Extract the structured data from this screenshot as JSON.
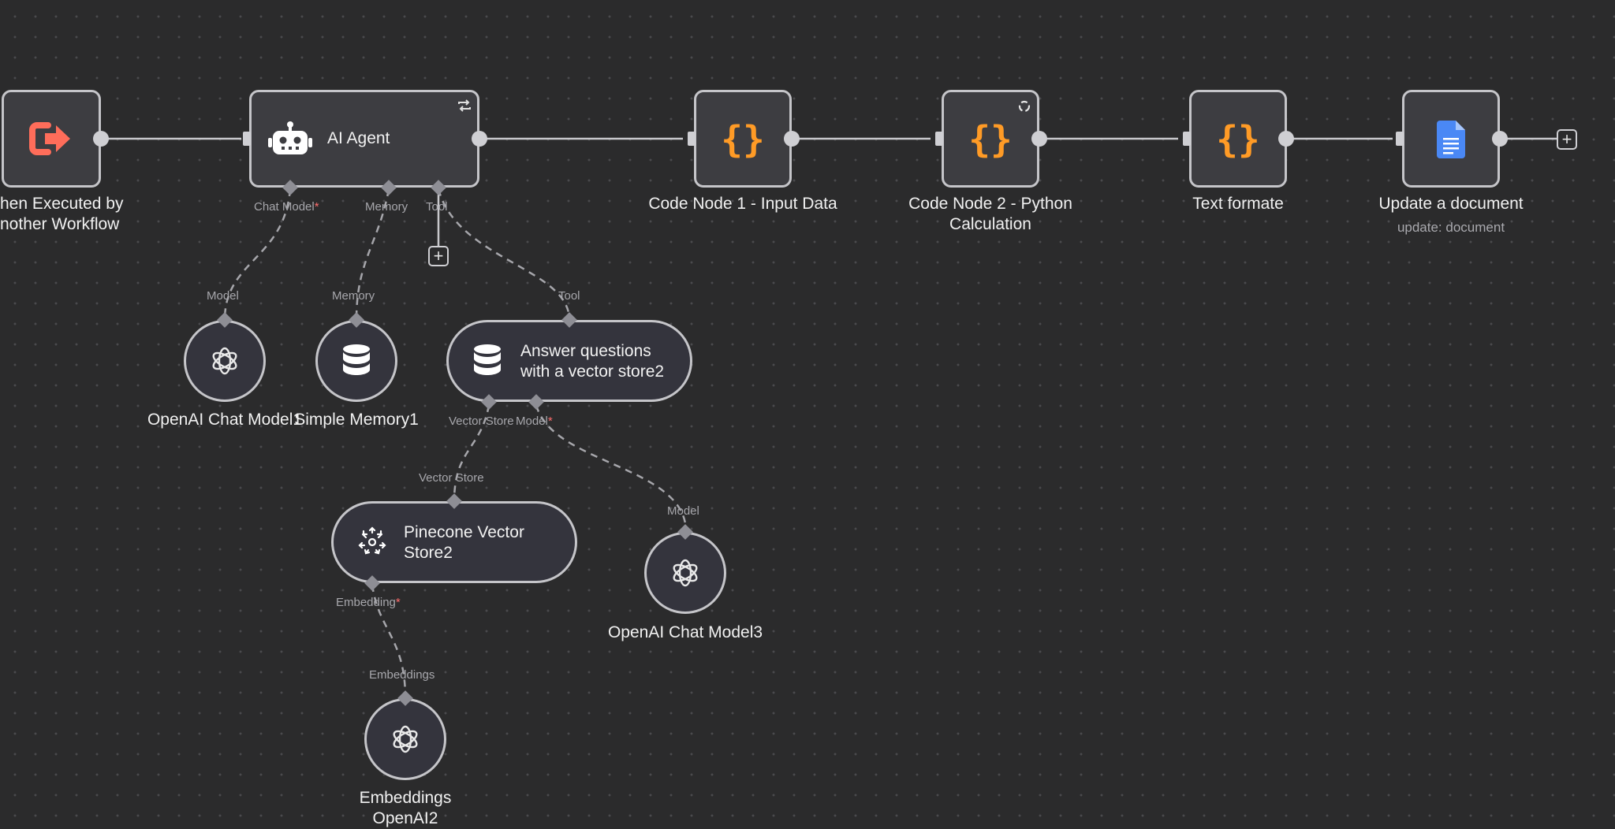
{
  "nodes": {
    "trigger": {
      "label_line1": "hen Executed by",
      "label_line2": "nother Workflow",
      "icon": "exit-arrow-icon"
    },
    "agent": {
      "title": "AI Agent",
      "icon": "robot-icon",
      "badge_icon": "repeat-icon",
      "ports": {
        "chat_model": "Chat Model",
        "memory": "Memory",
        "tool": "Tool"
      }
    },
    "code1": {
      "label": "Code Node 1 - Input Data",
      "icon": "curly-braces-icon"
    },
    "code2": {
      "label_line1": "Code Node 2 - Python",
      "label_line2": "Calculation",
      "icon": "curly-braces-icon",
      "badge_icon": "refresh-icon"
    },
    "text": {
      "label": "Text formate",
      "icon": "curly-braces-icon"
    },
    "doc": {
      "label": "Update a document",
      "sublabel": "update: document",
      "icon": "google-docs-icon"
    },
    "chat_model1": {
      "label": "OpenAI Chat Model1",
      "port": "Model",
      "icon": "openai-icon"
    },
    "memory": {
      "label": "Simple Memory1",
      "port": "Memory",
      "icon": "database-icon"
    },
    "qa_tool": {
      "line1": "Answer questions",
      "line2": "with a vector store2",
      "port": "Tool",
      "icon": "database-icon",
      "ports": {
        "vector_store": "Vector Store",
        "model": "Model"
      }
    },
    "pinecone": {
      "line1": "Pinecone Vector",
      "line2": "Store2",
      "port": "Vector Store",
      "icon": "pinecone-icon",
      "ports": {
        "embedding": "Embedding"
      }
    },
    "chat_model3": {
      "label": "OpenAI Chat Model3",
      "port": "Model",
      "icon": "openai-icon"
    },
    "embeddings": {
      "label_line1": "Embeddings",
      "label_line2": "OpenAI2",
      "port": "Embeddings",
      "icon": "openai-icon"
    }
  },
  "required_marker": "*",
  "add_symbol": "+",
  "colors": {
    "canvas": "#2b2b2c",
    "node": "#3d3d41",
    "node_border": "#c5c5c9",
    "code_braces": "#ff9b26",
    "trigger": "#ff6d5a",
    "docs_blue": "#4a88f5",
    "required": "#ff6d6d"
  }
}
